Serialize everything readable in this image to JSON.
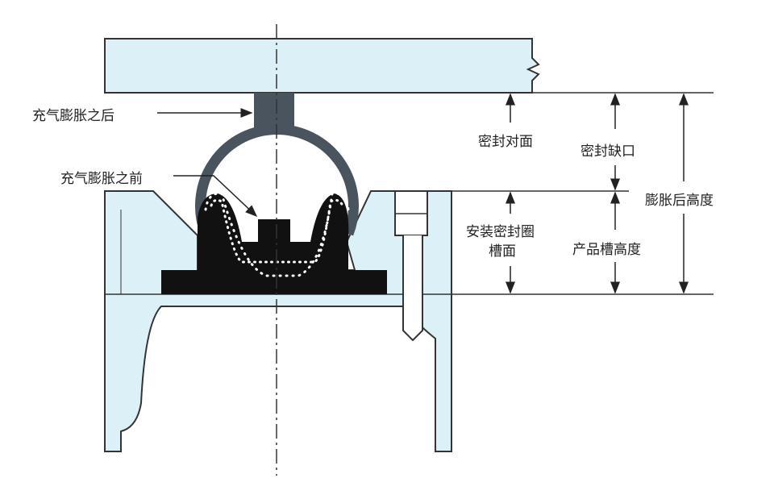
{
  "labels": {
    "after_inflation": "充气膨胀之后",
    "before_inflation": "充气膨胀之前",
    "seal_face": "密封对面",
    "seal_gap": "密封缺口",
    "inflated_height": "膨胀后高度",
    "install_groove_line1": "安装密封圈",
    "install_groove_line2": "槽面",
    "groove_height": "产品槽高度"
  },
  "colors": {
    "fill": "#dcf0f7",
    "stroke": "#333",
    "seal": "#111",
    "tube": "#4a545e"
  }
}
